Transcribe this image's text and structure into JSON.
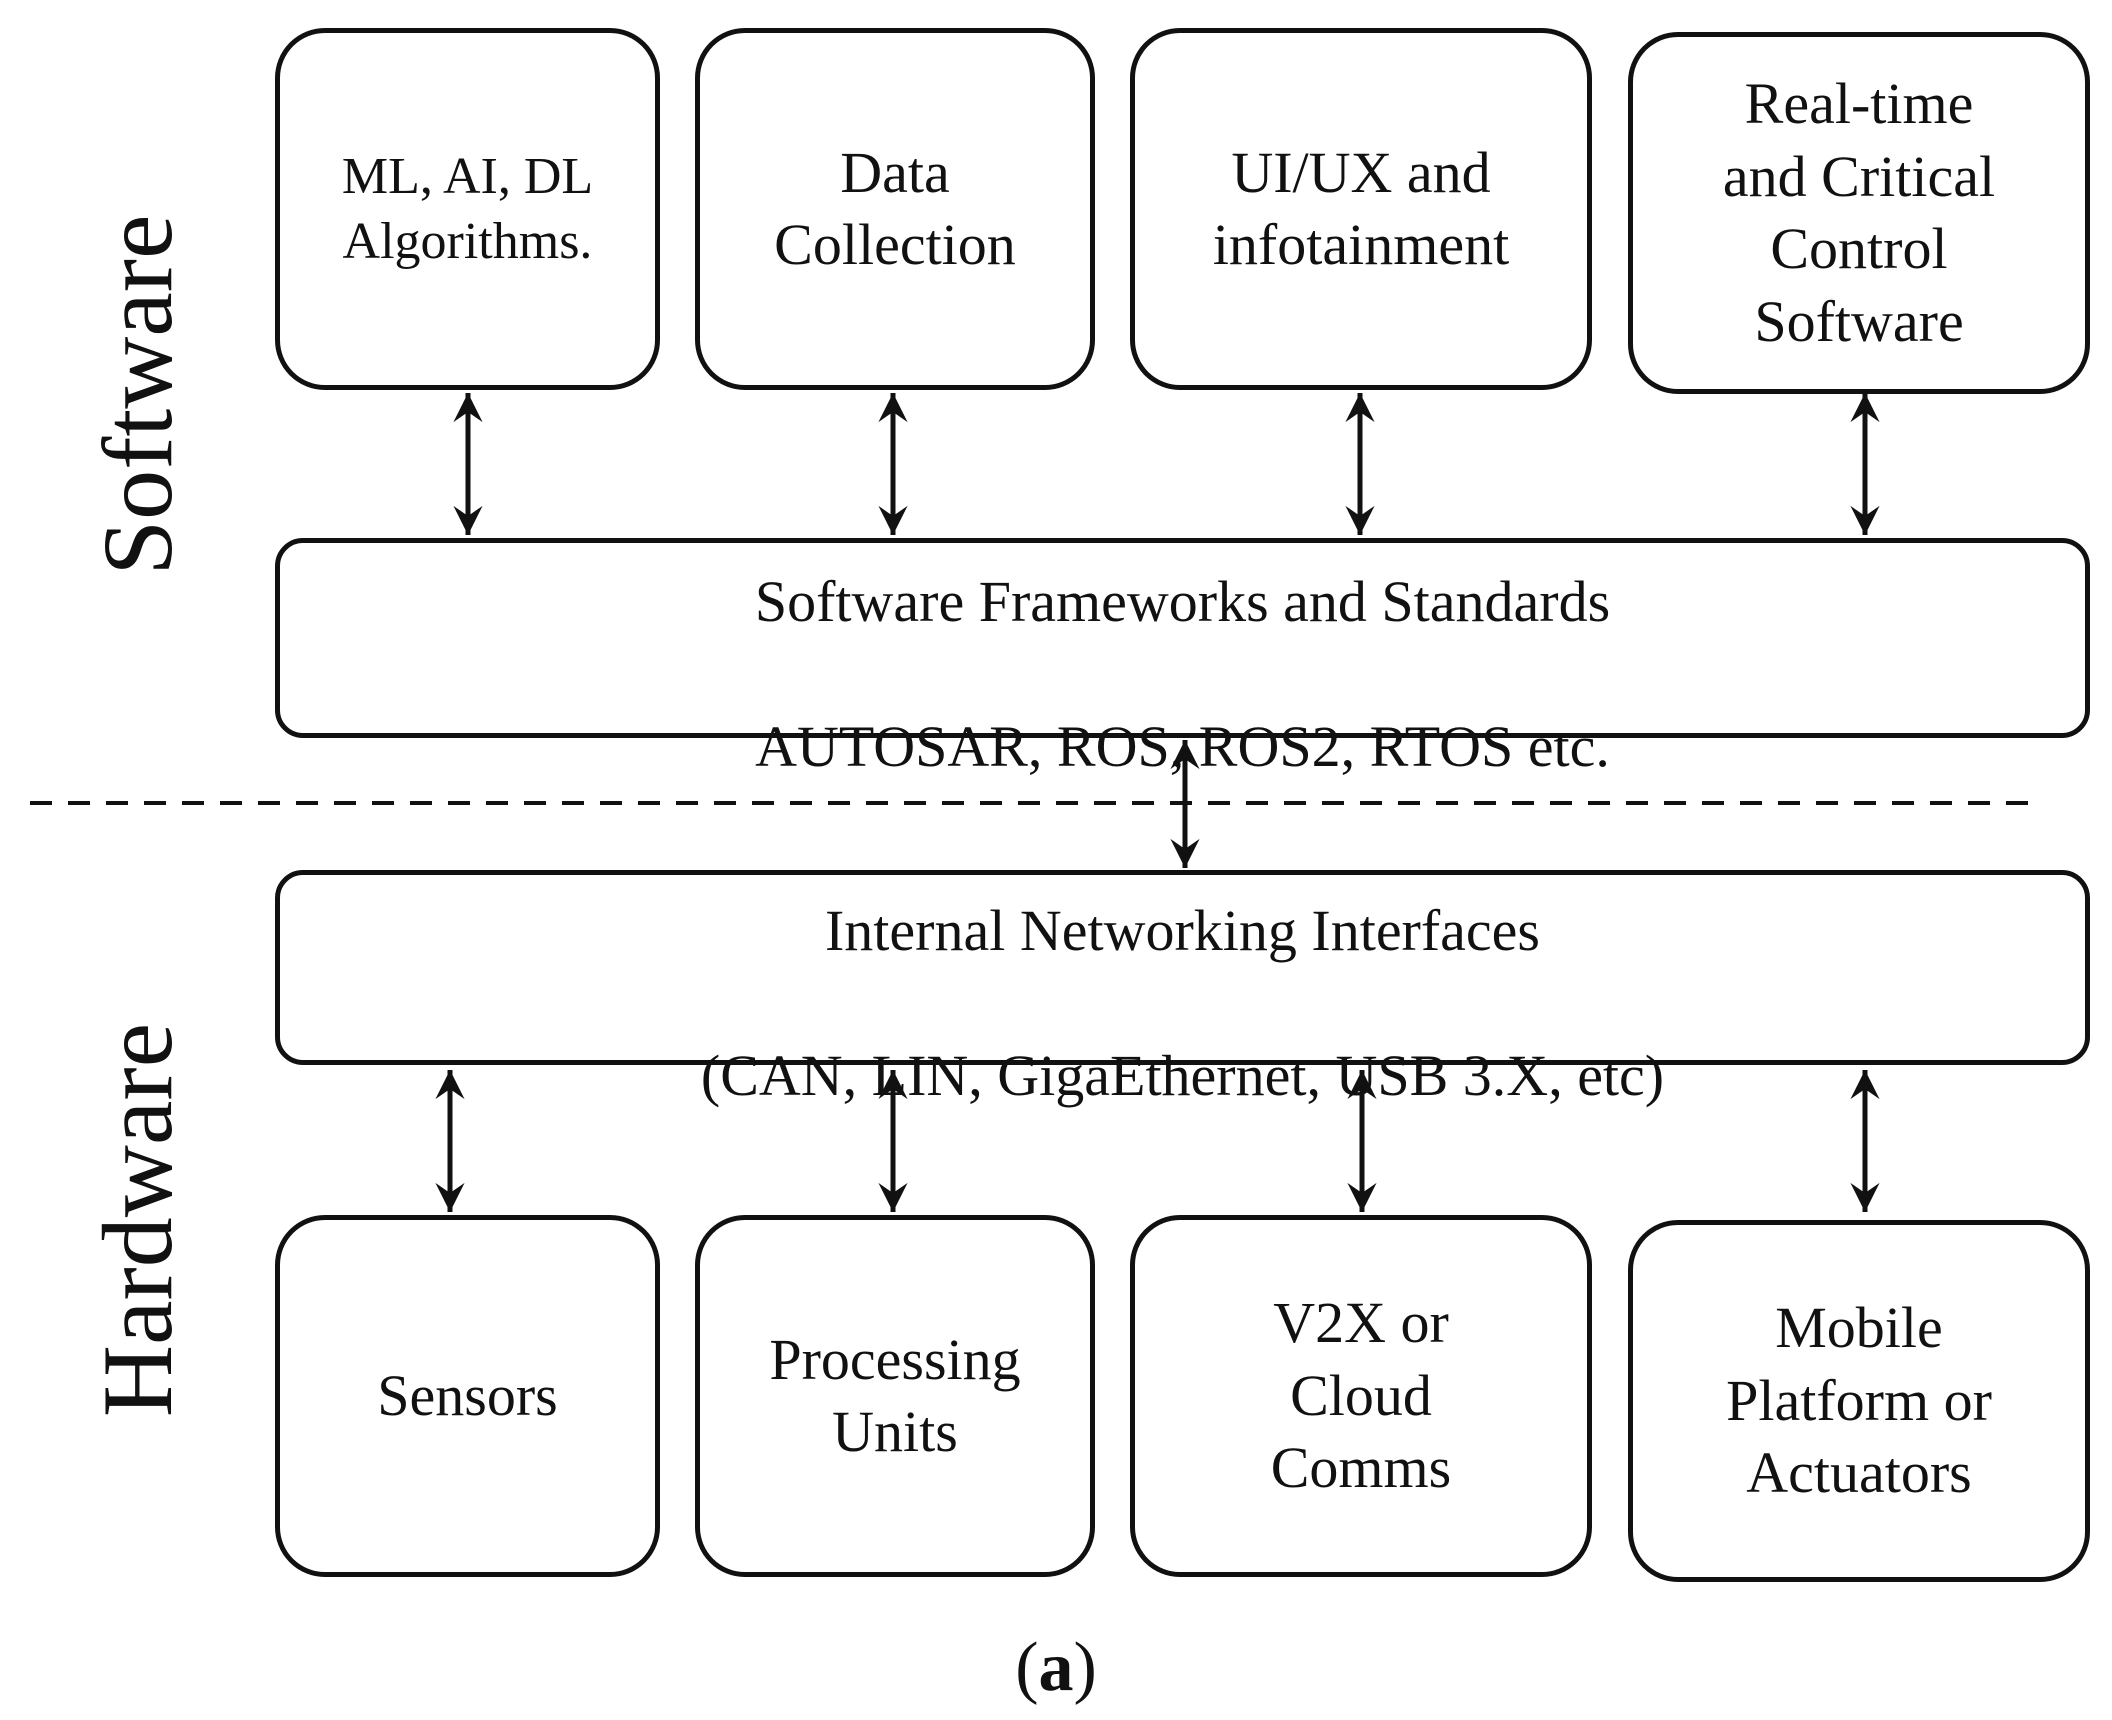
{
  "side_labels": {
    "software": "Software",
    "hardware": "Hardware"
  },
  "software_modules": [
    "ML, AI, DL\nAlgorithms.",
    "Data\nCollection",
    "UI/UX and\ninfotainment",
    "Real-time\nand Critical\nControl\nSoftware"
  ],
  "frameworks": {
    "line1": "Software Frameworks and Standards",
    "line2": "AUTOSAR, ROS, ROS2, RTOS etc."
  },
  "networking": {
    "line1": "Internal Networking Interfaces",
    "line2": "(CAN, LIN, GigaEthernet, USB 3.X, etc)"
  },
  "hardware_modules": [
    "Sensors",
    "Processing\nUnits",
    "V2X or\nCloud\nComms",
    "Mobile\nPlatform or\nActuators"
  ],
  "caption": {
    "open": "(",
    "letter": "a",
    "close": ")"
  }
}
